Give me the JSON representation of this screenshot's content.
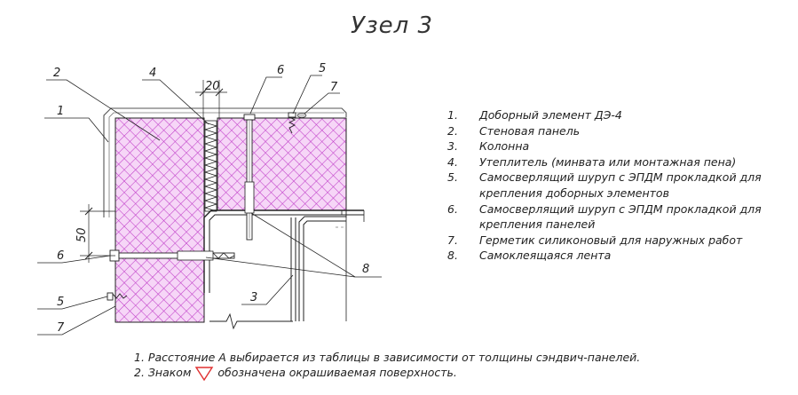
{
  "title": "Узел 3",
  "dimensions": {
    "width_dim": "20",
    "height_dim": "50"
  },
  "callouts": {
    "c1": "1",
    "c2": "2",
    "c3": "3",
    "c4": "4",
    "c5_top": "5",
    "c5_left": "5",
    "c6_top": "6",
    "c6_left": "6",
    "c7_top": "7",
    "c7_left": "7",
    "c8": "8"
  },
  "legend": [
    {
      "num": "1.",
      "text": "Доборный элемент ДЭ-4"
    },
    {
      "num": "2.",
      "text": "Стеновая панель"
    },
    {
      "num": "3.",
      "text": "Колонна"
    },
    {
      "num": "4.",
      "text": "Утеплитель (минвата или монтажная пена)"
    },
    {
      "num": "5.",
      "text": "Самосверлящий шуруп с ЭПДМ прокладкой для крепления доборных элементов"
    },
    {
      "num": "6.",
      "text": "Самосверлящий шуруп с ЭПДМ прокладкой для крепления панелей"
    },
    {
      "num": "7.",
      "text": "Герметик силиконовый для наружных работ"
    },
    {
      "num": "8.",
      "text": "Самоклеящаяся лента"
    }
  ],
  "notes": {
    "note1": "1. Расстояние А выбирается из таблицы в зависимости от толщины сэндвич-панелей.",
    "note2_before": "2. Знаком",
    "note2_after": "обозначена окрашиваемая поверхность."
  },
  "colors": {
    "panel_hatch": "#c03cc8",
    "marker": "#e03030",
    "lines": "#222222"
  }
}
